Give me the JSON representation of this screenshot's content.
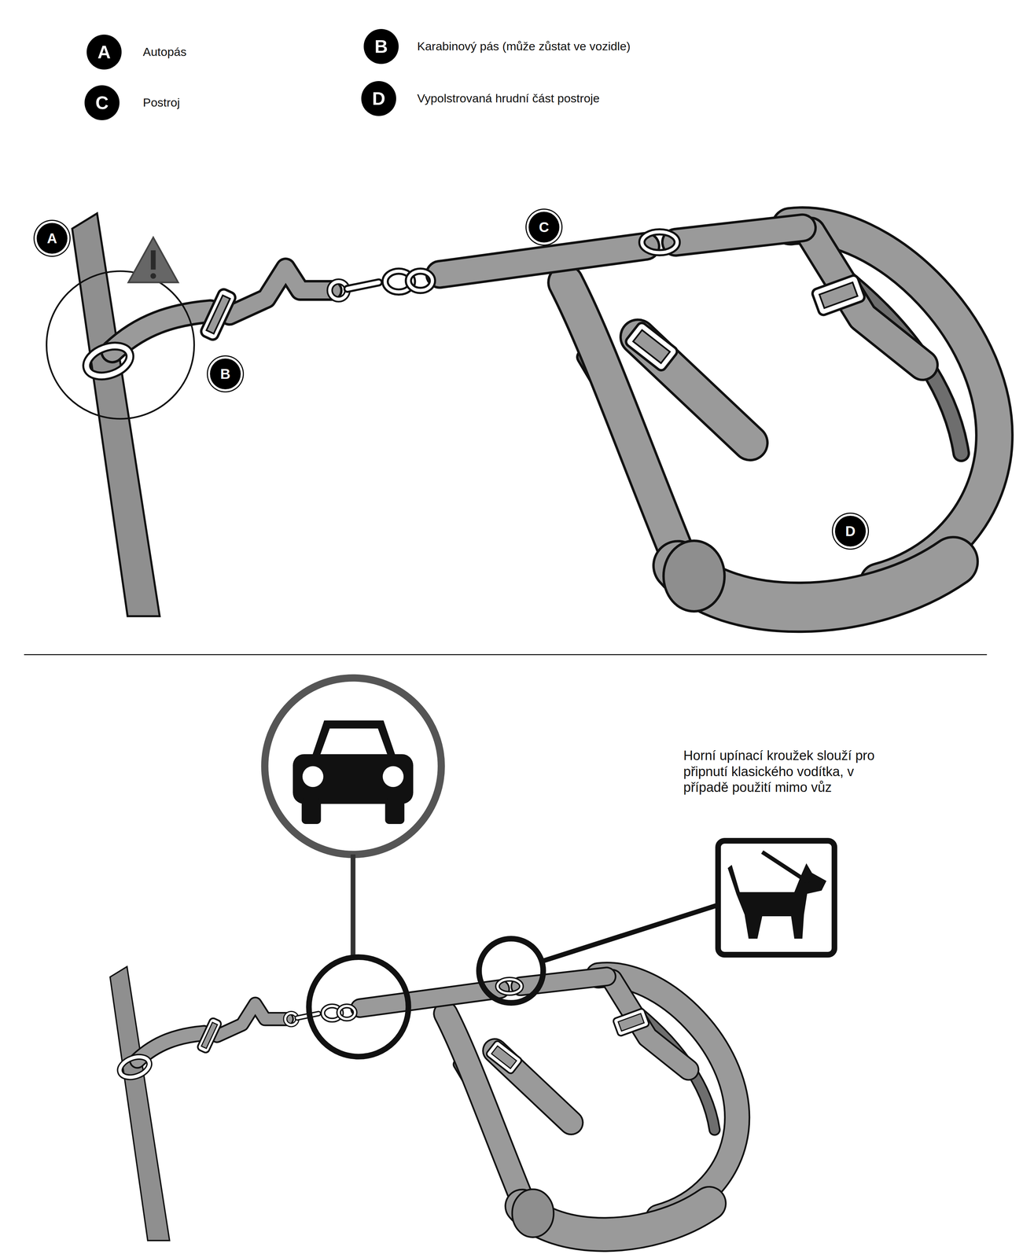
{
  "diagram": {
    "nodes": [
      {
        "text": [
          "A",
          "Autopás"
        ]
      },
      {
        "text": [
          "B",
          "Karabinový pás (může zůstat ve vozidle)"
        ]
      },
      {
        "text": [
          "C",
          "Postroj"
        ]
      },
      {
        "text": [
          "D",
          "Vypolstrovaná hrudní část postroje"
        ]
      },
      {
        "text": [
          "A"
        ]
      },
      {
        "text": [
          "C"
        ]
      },
      {
        "text": [
          "B"
        ]
      },
      {
        "text": [
          "D"
        ]
      }
    ],
    "labels": [
      "Horní upínací kroužek slouží pro připnutí klasického vodítka, v případě použití mimo vůz"
    ]
  }
}
